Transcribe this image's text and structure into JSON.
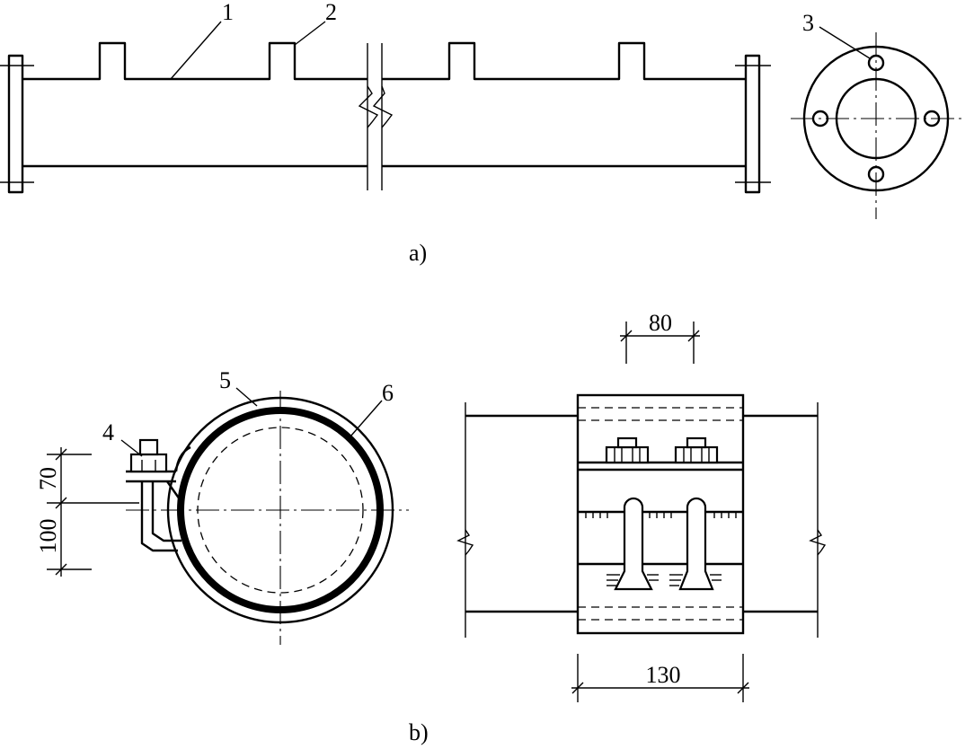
{
  "figure": {
    "part_a": {
      "caption": "a)",
      "callouts": [
        "1",
        "2",
        "3"
      ]
    },
    "part_b": {
      "caption": "b)",
      "callouts": [
        "4",
        "5",
        "6"
      ],
      "dimensions": {
        "top_width": "80",
        "bottom_width": "130",
        "upper_height": "70",
        "lower_height": "100"
      }
    }
  },
  "colors": {
    "line": "#000000",
    "background": "#ffffff"
  }
}
